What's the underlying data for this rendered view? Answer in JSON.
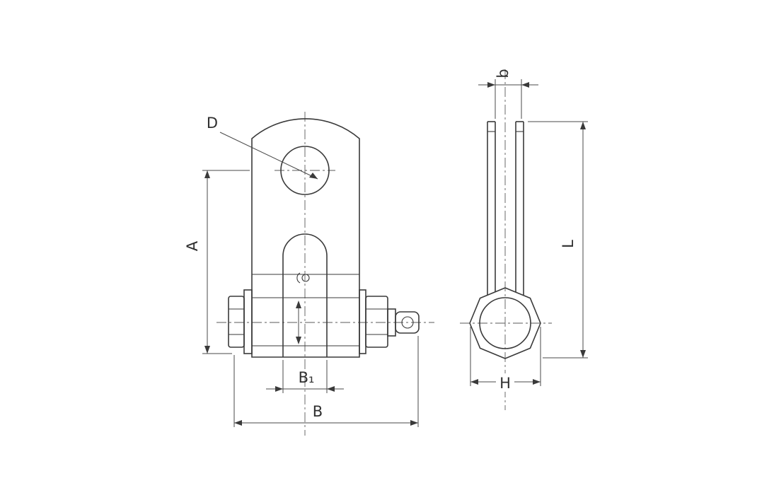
{
  "page": {
    "background": "#ffffff"
  },
  "drawing": {
    "type": "technical-drawing",
    "views": {
      "front_view": "clevis-with-bolt-front-view",
      "side_view": "clevis-eye-side-view"
    },
    "colors": {
      "object_line": "#3a3a3a",
      "dimension_line": "#4a4a4a",
      "centerline": "#5a5a5a",
      "text": "#2f2f2f"
    },
    "labels": {
      "hole_diameter": "D",
      "height": "A",
      "inner_width": "B₁",
      "overall_width": "B",
      "plate_thickness": "b",
      "length": "L",
      "eye_width": "H"
    }
  }
}
